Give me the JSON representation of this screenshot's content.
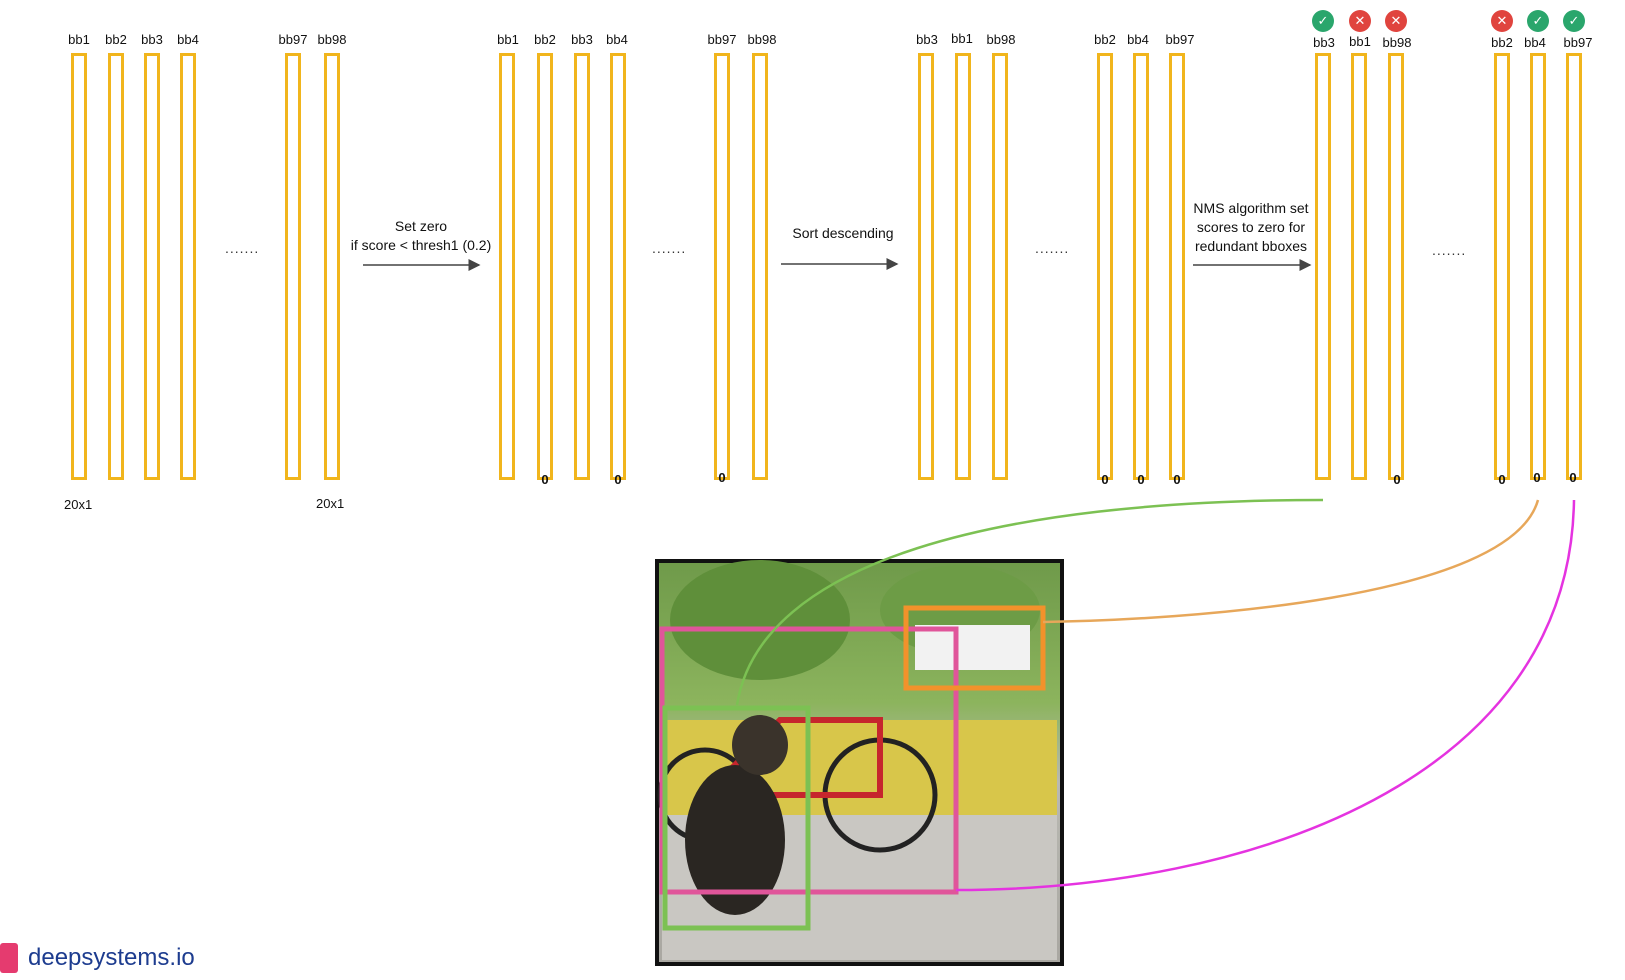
{
  "stage1": {
    "labels": [
      "bb1",
      "bb2",
      "bb3",
      "bb4",
      "bb97",
      "bb98"
    ],
    "zeros": [
      null,
      null,
      null,
      null,
      null,
      null
    ],
    "size_left": "20x1",
    "size_right": "20x1"
  },
  "arrow1": {
    "line1": "Set zero",
    "line2": "if score < thresh1 (0.2)"
  },
  "stage2": {
    "labels": [
      "bb1",
      "bb2",
      "bb3",
      "bb4",
      "bb97",
      "bb98"
    ],
    "zeros": [
      null,
      "0",
      null,
      "0",
      "0",
      null
    ]
  },
  "arrow2": {
    "line1": "Sort descending"
  },
  "stage3": {
    "labels": [
      "bb3",
      "bb1",
      "bb98",
      "bb2",
      "bb4",
      "bb97"
    ],
    "zeros": [
      null,
      null,
      null,
      "0",
      "0",
      "0"
    ]
  },
  "arrow3": {
    "line1": "NMS algorithm set",
    "line2": "scores to zero for",
    "line3": "redundant bboxes"
  },
  "stage4": {
    "labels": [
      "bb3",
      "bb1",
      "bb98",
      "bb2",
      "bb4",
      "bb97"
    ],
    "zeros": [
      null,
      null,
      "0",
      "0",
      "0",
      "0"
    ],
    "badges": [
      "ok",
      "bad",
      "bad",
      "bad",
      "ok",
      "ok"
    ]
  },
  "dots": ".......",
  "brand": {
    "name": "deepsystems.io"
  },
  "colors": {
    "column": "#f1b51c",
    "box_green": "#7cc153",
    "box_orange": "#f2922b",
    "box_magenta": "#e533e0",
    "box_pink": "#e0559a"
  }
}
